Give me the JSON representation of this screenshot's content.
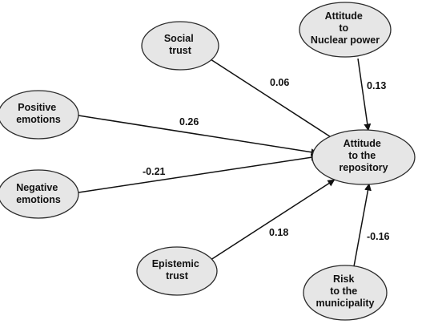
{
  "nodes": [
    {
      "id": "social",
      "lines": [
        "Social",
        "trust"
      ]
    },
    {
      "id": "nuclear",
      "lines": [
        "Attitude",
        "to",
        "Nuclear power"
      ]
    },
    {
      "id": "positive",
      "lines": [
        "Positive",
        "emotions"
      ]
    },
    {
      "id": "negative",
      "lines": [
        "Negative",
        "emotions"
      ]
    },
    {
      "id": "repository",
      "lines": [
        "Attitude",
        "to the",
        "repository"
      ]
    },
    {
      "id": "epistemic",
      "lines": [
        "Epistemic",
        "trust"
      ]
    },
    {
      "id": "risk",
      "lines": [
        "Risk",
        "to the",
        "municipality"
      ]
    }
  ],
  "edges": [
    {
      "from": "social",
      "to": "repository",
      "coefficient": "0.06"
    },
    {
      "from": "nuclear",
      "to": "repository",
      "coefficient": "0.13"
    },
    {
      "from": "positive",
      "to": "repository",
      "coefficient": "0.26"
    },
    {
      "from": "negative",
      "to": "repository",
      "coefficient": "-0.21"
    },
    {
      "from": "epistemic",
      "to": "repository",
      "coefficient": "0.18"
    },
    {
      "from": "risk",
      "to": "repository",
      "coefficient": "-0.16"
    }
  ]
}
